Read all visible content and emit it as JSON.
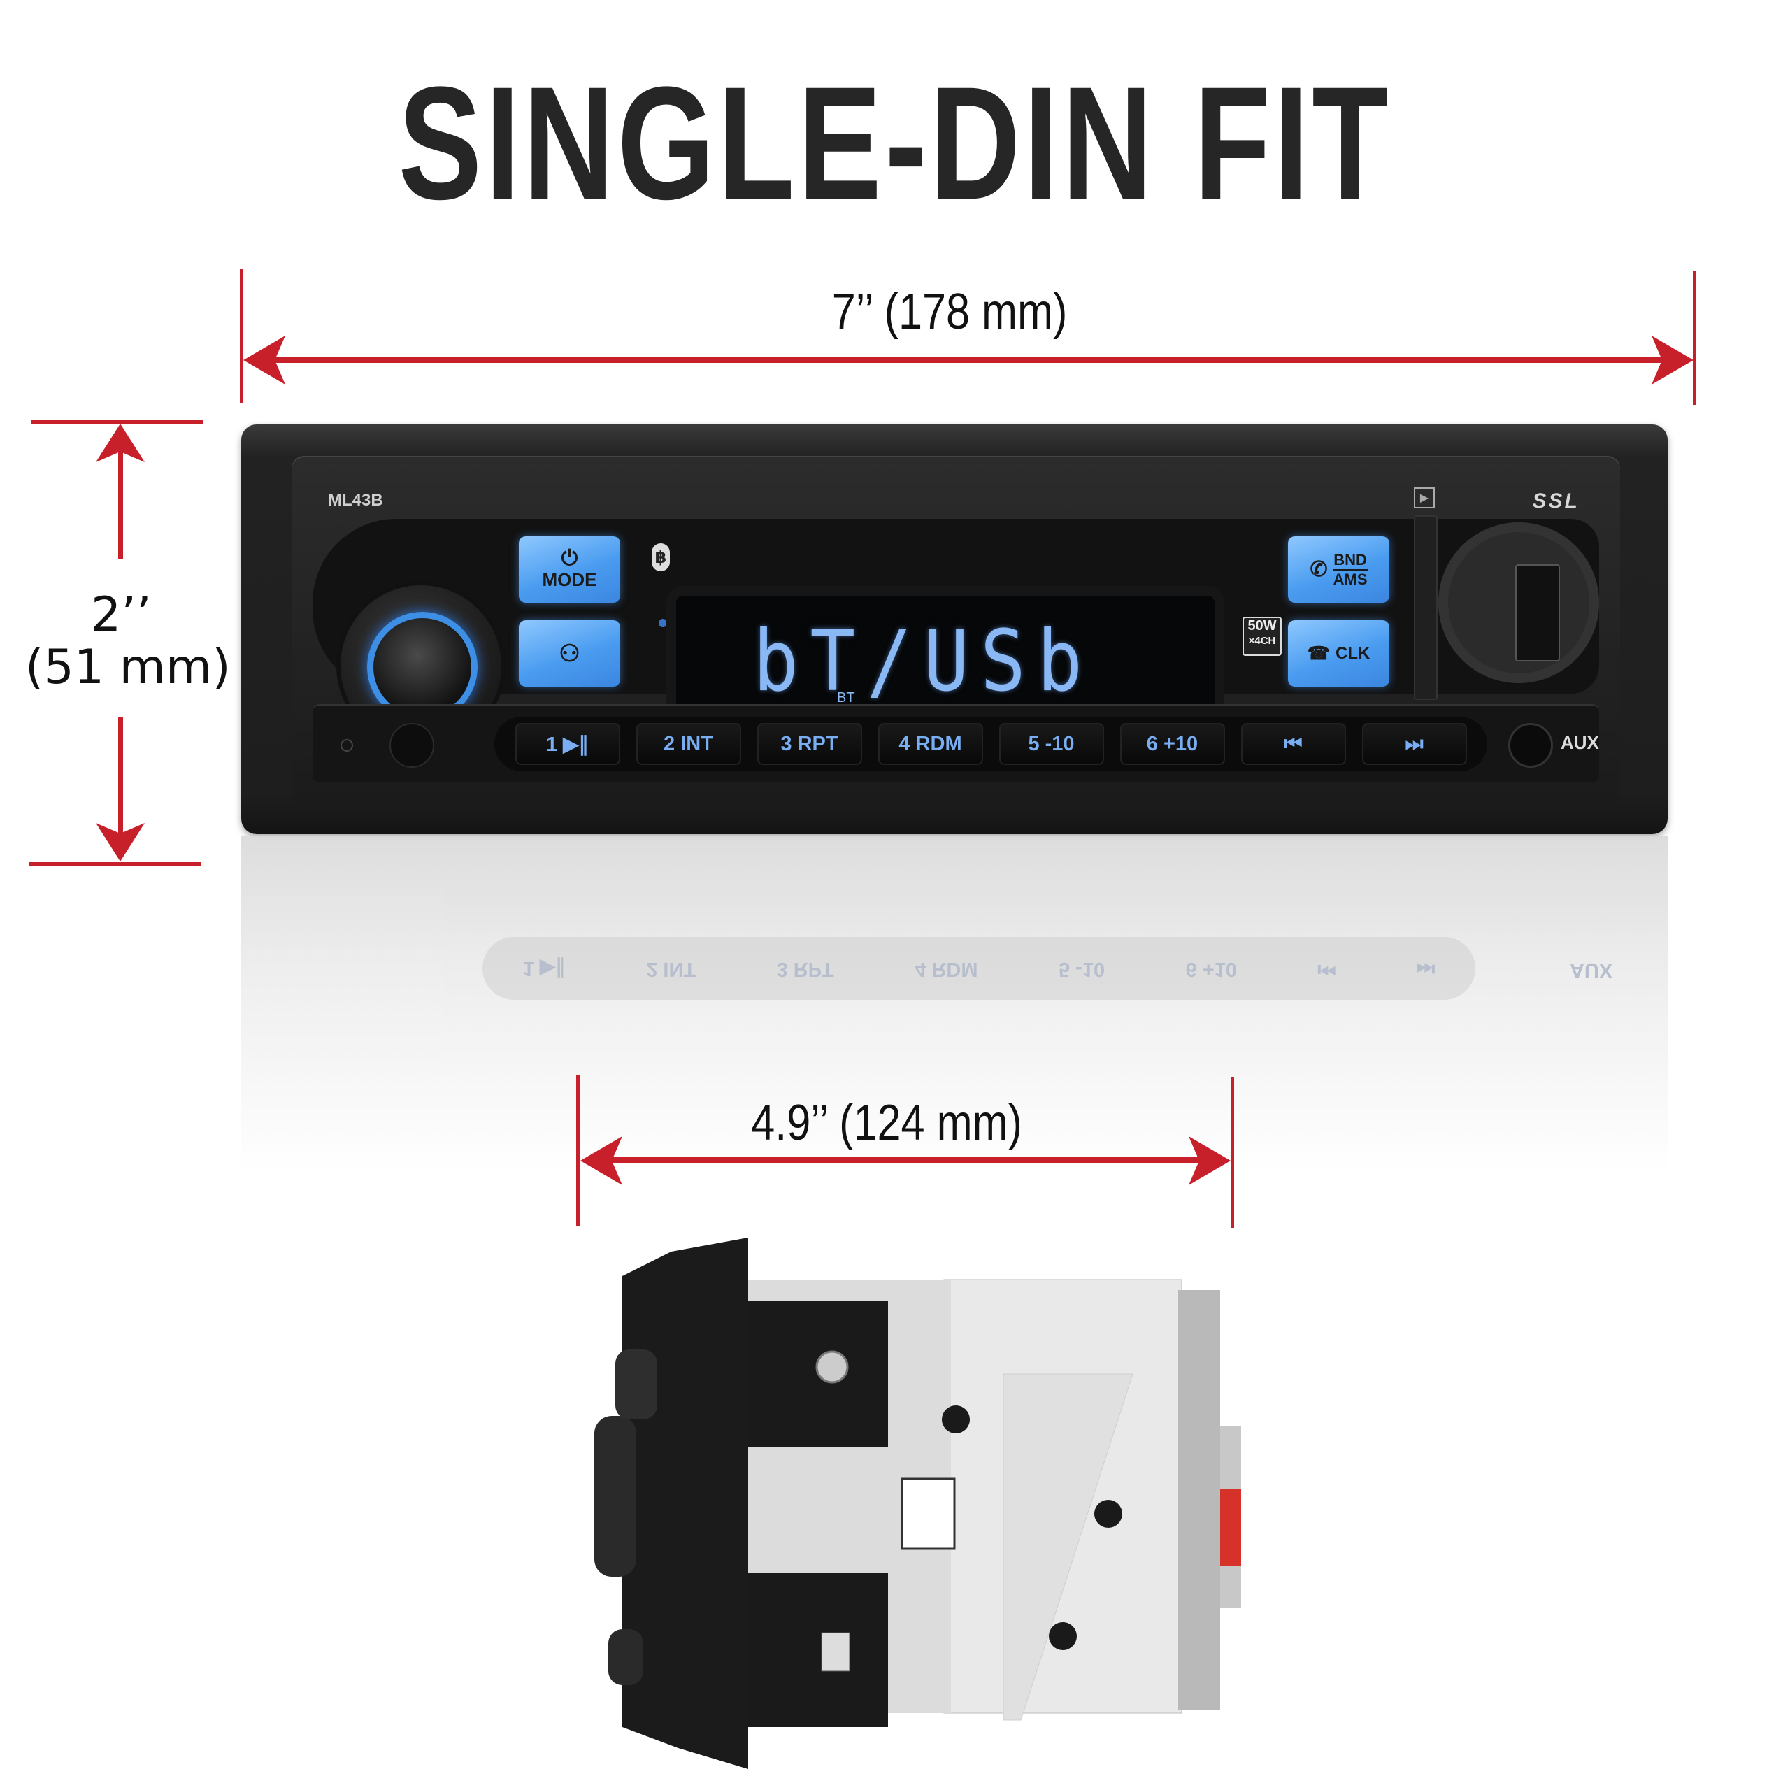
{
  "title": "SINGLE-DIN FIT",
  "dimensions": {
    "width": {
      "label": "7’’ (178 mm)"
    },
    "height": {
      "line1": "2’’",
      "line2": "(51 mm)"
    },
    "depth": {
      "label": "4.9’’ (124 mm)"
    }
  },
  "colors": {
    "dimension_red": "#c8202a",
    "button_blue": "#4a9cf0",
    "lcd_blue": "#8ab8f5",
    "body": "#1e1e1e"
  },
  "radio": {
    "model": "ML43B",
    "brand": "SSL",
    "mode_button": {
      "icon": "power-icon",
      "label": "MODE"
    },
    "voice_button": {
      "icon": "voice-assistant-icon"
    },
    "bluetooth_icon": "bluetooth-icon",
    "display": {
      "text": "bT/USb",
      "indicator": "BT"
    },
    "power_badge": {
      "line1": "50W",
      "line2": "×4CH"
    },
    "bnd_button": {
      "icon": "phone-answer-icon",
      "top": "BND",
      "bottom": "AMS"
    },
    "clk_button": {
      "icon": "phone-hangup-icon",
      "label": "CLK"
    },
    "sd_icon": "sd-card-icon",
    "usb_port": "usb-port",
    "presets": [
      "1 ▶∥",
      "2 INT",
      "3 RPT",
      "4 RDM",
      "5 -10",
      "6 +10",
      "⏮",
      "⏭"
    ],
    "aux_label": "AUX"
  }
}
